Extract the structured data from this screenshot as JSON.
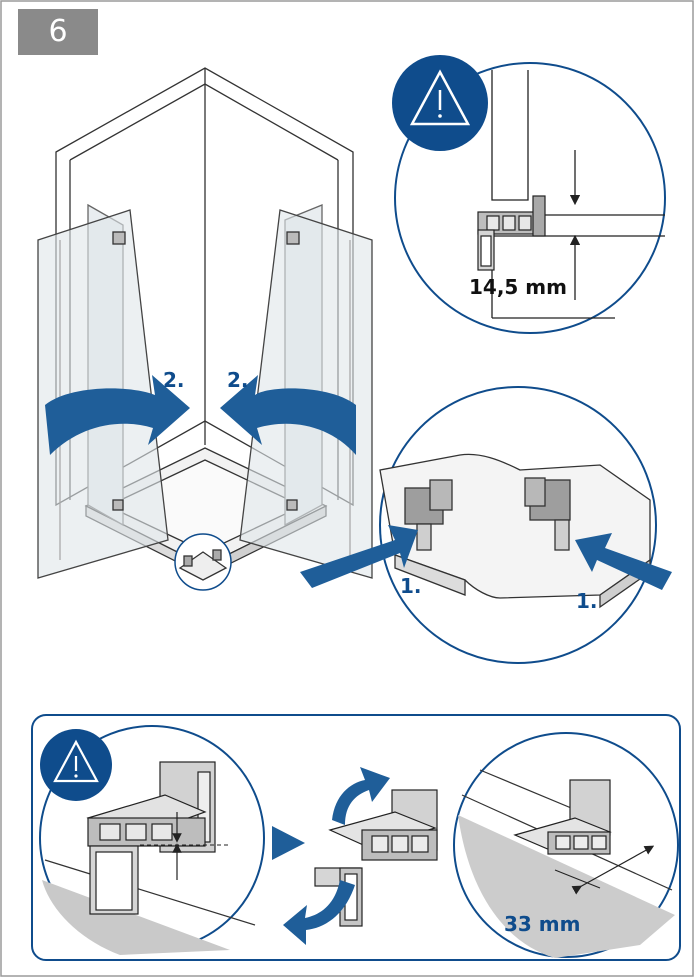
{
  "step": {
    "number": "6"
  },
  "labels": {
    "rotate_left": "2.",
    "rotate_right": "2.",
    "push_left": "1.",
    "push_right": "1.",
    "dim_top": "14,5 mm",
    "dim_bottom": "33 mm"
  },
  "colors": {
    "accent_blue": "#0f4c8c",
    "arrow_blue": "#1f5e99",
    "line": "#222222",
    "gray_light": "#e6e6e6",
    "gray_mid": "#bdbdbd",
    "gray_dark": "#8a8a8a"
  }
}
